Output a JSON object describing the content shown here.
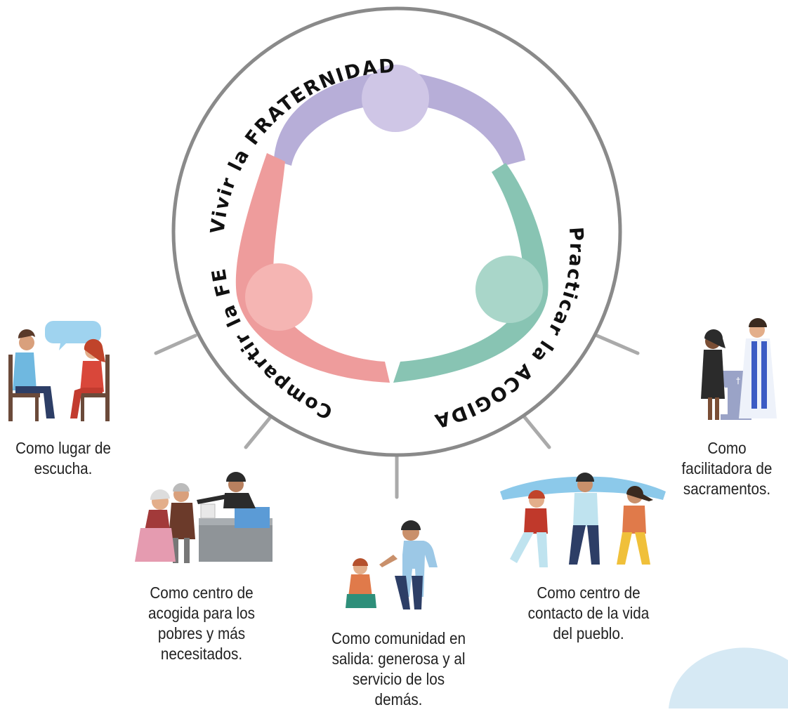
{
  "diagram": {
    "arc_labels": {
      "top": "Vivir la FRATERNIDAD",
      "left": "Compartir la FE",
      "right": "Practicar la ACOGIDA"
    },
    "colors": {
      "purple": "#b7aed8",
      "purple_head": "#cfc6e6",
      "pink": "#ee9c9c",
      "pink_head": "#f5b5b3",
      "teal": "#88c4b3",
      "teal_head": "#a9d6c9",
      "circle_outline": "#8a8a8a",
      "spoke": "#aaaaaa",
      "speech_bubble": "#9fd3ef",
      "banner": "#8cc9ea",
      "blob": "#d6e9f4"
    },
    "captions": [
      {
        "id": "escucha",
        "lines": [
          "Como lugar de",
          "escucha."
        ]
      },
      {
        "id": "acogida",
        "lines": [
          "Como centro de",
          "acogida para los",
          "pobres y más",
          "necesitados."
        ]
      },
      {
        "id": "salida",
        "lines": [
          "Como comunidad en",
          "salida: generosa y al",
          "servicio de los",
          "demás."
        ]
      },
      {
        "id": "contacto",
        "lines": [
          "Como centro de",
          "contacto de la vida",
          "del pueblo."
        ]
      },
      {
        "id": "sacramentos",
        "lines": [
          "Como",
          "facilitadora de",
          "sacramentos."
        ]
      }
    ],
    "illustrations": [
      {
        "id": "listening",
        "icon": "two-people-talking-icon"
      },
      {
        "id": "helping-poor",
        "icon": "help-desk-elderly-icon"
      },
      {
        "id": "helping-hand",
        "icon": "helping-hand-icon"
      },
      {
        "id": "people-banner",
        "icon": "celebrating-people-icon"
      },
      {
        "id": "baptism",
        "icon": "baptism-font-icon"
      }
    ]
  }
}
